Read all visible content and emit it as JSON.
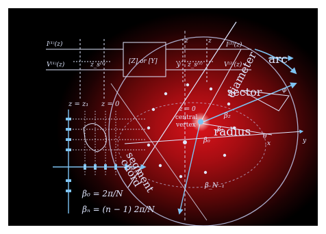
{
  "labels": {
    "arc": "arc",
    "sector": "sector",
    "diameter": "diameter",
    "radius": "radius",
    "chord": "chord",
    "segment": "segment",
    "central": "central",
    "vertex": "vertex",
    "i_label": "I⁽¹⁾(z)",
    "v_label": "V⁽¹⁾(z)",
    "zs_label": "z_s⁽¹⁾",
    "zy_label": "[Z] or [Y]",
    "y_label": "y",
    "z2_label": "z_s⁽²⁾",
    "v2_label": "V⁽²⁾(z)",
    "i2_label": "I⁽²⁾(z)",
    "zz1": "z = z₁",
    "zz0": "z = 0",
    "z0b": "z = 0",
    "beta2": "β₂",
    "beta1": "β₁",
    "beta0a": "β₀",
    "betaN1": "β_N₋₁",
    "theta": "θ",
    "phi": "φ",
    "x_axis": "x",
    "y_axis": "y",
    "z_top1": "z",
    "z_top2": "z",
    "formula1": "β₀ = 2π/N",
    "formula2": "βₙ = (n − 1) 2π/N"
  }
}
